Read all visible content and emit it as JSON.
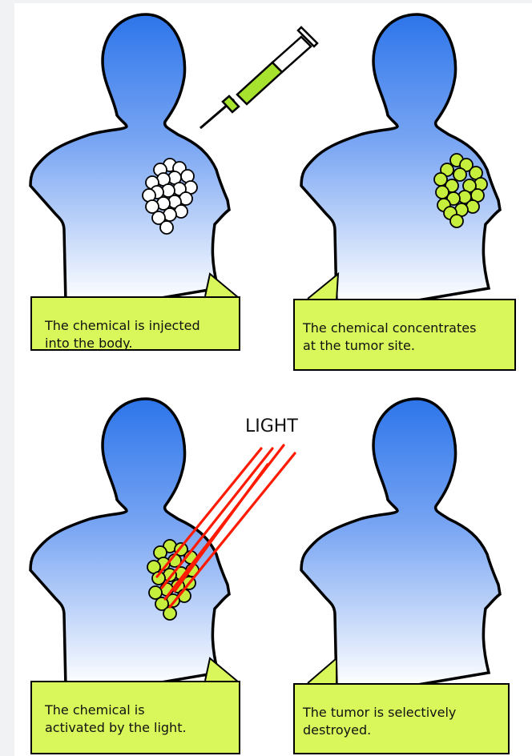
{
  "panels": [
    {
      "caption_line1": "The chemical is injected",
      "caption_line2": "into the body."
    },
    {
      "caption_line1": "The chemical concentrates",
      "caption_line2": "at the tumor site."
    },
    {
      "caption_line1": "The chemical is",
      "caption_line2": "activated by the light."
    },
    {
      "caption_line1": "The tumor is selectively",
      "caption_line2": "destroyed."
    }
  ],
  "light_label": "LIGHT",
  "colors": {
    "body_top": "#2d75ea",
    "body_bottom": "#ffffff",
    "caption_fill": "#d9f75a",
    "chemical_green": "#c6ee3c",
    "light_ray": "#ff1a00",
    "syringe_liquid": "#a6e22e"
  }
}
